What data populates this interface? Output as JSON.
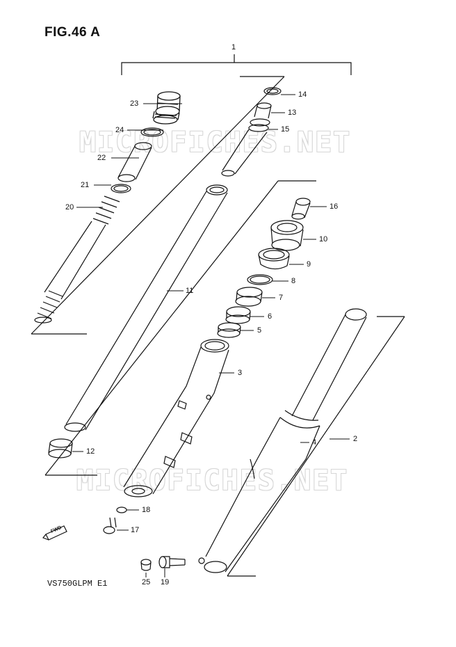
{
  "figure": {
    "title": "FIG.46 A",
    "model_code": "VS750GLPM E1",
    "watermark": "MICROFICHES.NET",
    "fwd_label": "FWD"
  },
  "callouts": {
    "p1": "1",
    "p2": "2",
    "p3": "3",
    "p4": "4",
    "p5": "5",
    "p6": "6",
    "p7": "7",
    "p8": "8",
    "p9": "9",
    "p10": "10",
    "p11": "11",
    "p12": "12",
    "p13": "13",
    "p14": "14",
    "p15": "15",
    "p16": "16",
    "p17": "17",
    "p18": "18",
    "p19": "19",
    "p20": "20",
    "p21": "21",
    "p22": "22",
    "p23": "23",
    "p24": "24",
    "p25": "25"
  }
}
